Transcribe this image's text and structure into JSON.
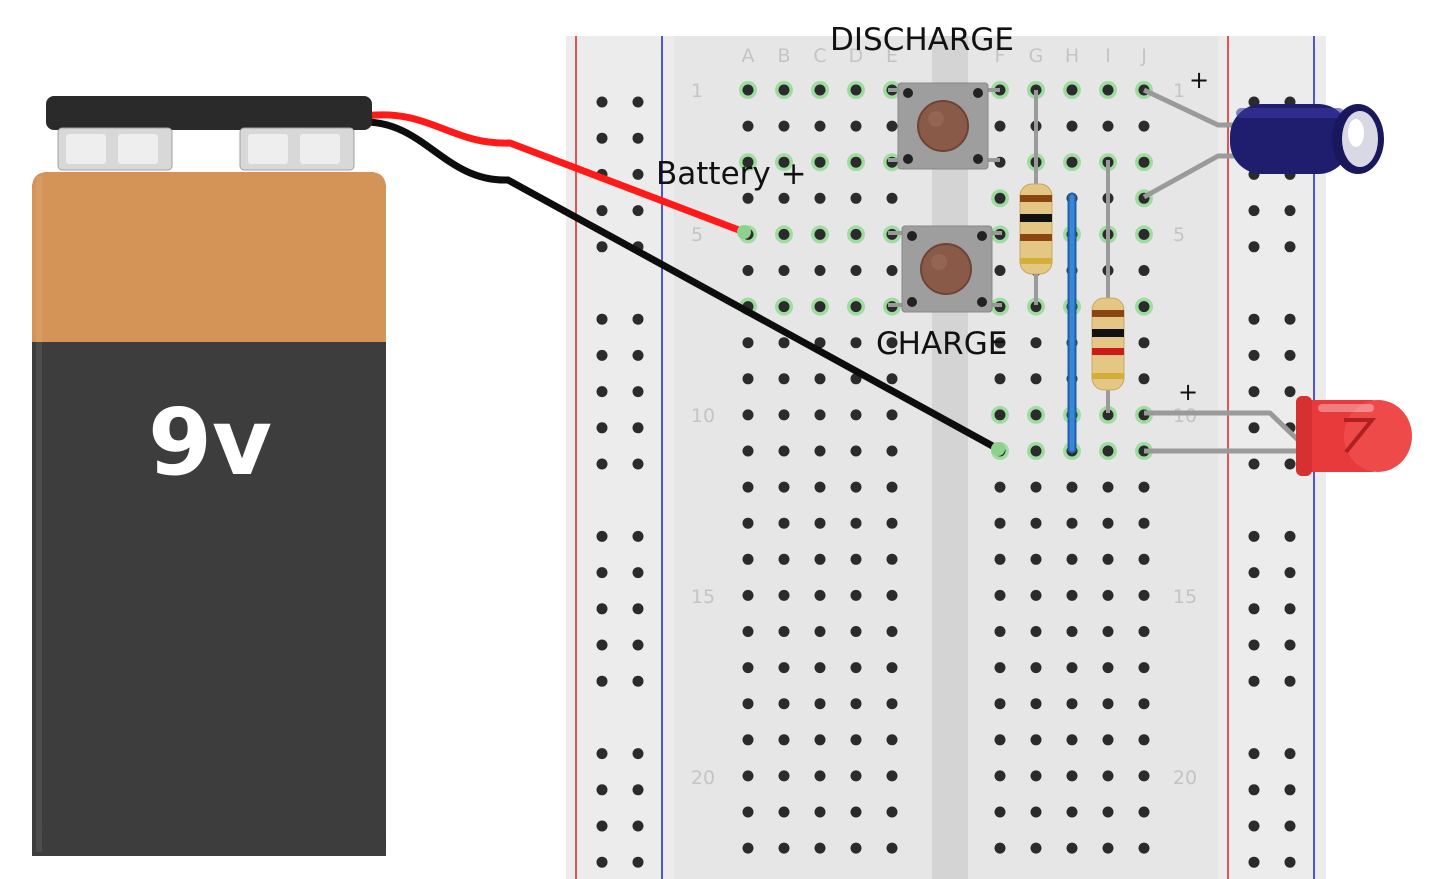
{
  "battery": {
    "label": "9v",
    "colors": {
      "top": "#d49457",
      "body": "#3d3d3d",
      "cap": "#2a2a2a"
    }
  },
  "labels": {
    "discharge": "DISCHARGE",
    "charge": "CHARGE",
    "battery_plus": "Battery +",
    "capacitor_plus": "+",
    "led_plus": "+"
  },
  "breadboard": {
    "column_labels": [
      "A",
      "B",
      "C",
      "D",
      "E",
      "F",
      "G",
      "H",
      "I",
      "J"
    ],
    "row_numbers_left": [
      "1",
      "5",
      "10",
      "15",
      "20"
    ],
    "row_numbers_right": [
      "1",
      "5",
      "10",
      "15",
      "20"
    ]
  },
  "wires": {
    "positive_color": "#ff1a1a",
    "negative_color": "#0d0d0d",
    "jumper_color": "#3a86d6"
  },
  "components": {
    "capacitor_color": "#1f1d6e",
    "led_color": "#e83a3a",
    "button_color": "#8a5a48"
  }
}
